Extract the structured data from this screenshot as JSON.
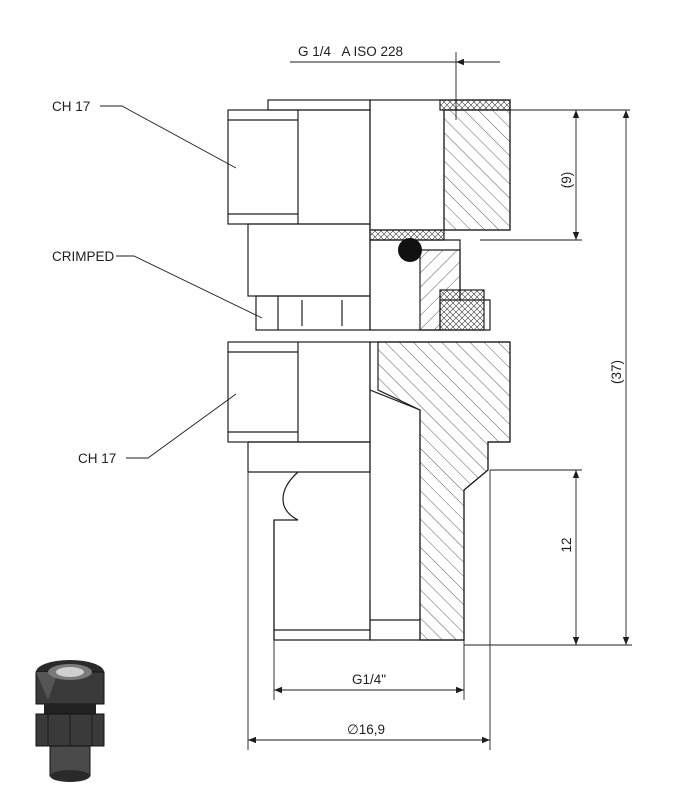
{
  "labels": {
    "hex_top": "CH 17",
    "crimped": "CRIMPED",
    "hex_bottom": "CH 17"
  },
  "dimensions": {
    "thread_top": "G 1/4   A ISO 228",
    "depth_top": "(9)",
    "overall_length": "(37)",
    "thread_length": "12",
    "thread_bottom": "G1/4\"",
    "diameter": "∅16,9"
  },
  "colors": {
    "line": "#1e1e1e",
    "hatch": "#333333",
    "paper": "#ffffff"
  }
}
